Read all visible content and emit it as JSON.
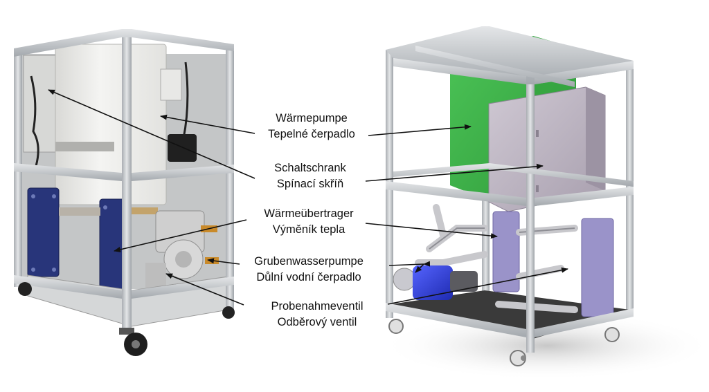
{
  "labels": [
    {
      "de": "Wärmepumpe",
      "cz": "Tepelné čerpadlo"
    },
    {
      "de": "Schaltschrank",
      "cz": "Spínací skříň"
    },
    {
      "de": "Wärmeübertrager",
      "cz": "Výměník tepla"
    },
    {
      "de": "Grubenwasserpumpe",
      "cz": "Důlní vodní čerpadlo"
    },
    {
      "de": "Probenahmeventil",
      "cz": "Odběrový ventil"
    }
  ],
  "colors": {
    "frame": "#c9cdd2",
    "frame_dark": "#9aa0a6",
    "heat_pump_box": "#3fae49",
    "control_cabinet": "#bdb4c2",
    "heat_exchanger_photo": "#28357a",
    "heat_exchanger_render": "#9a93c9",
    "pump_blue": "#2f3fd6",
    "boiler_white": "#efefec",
    "tray": "#3a3a3a"
  }
}
